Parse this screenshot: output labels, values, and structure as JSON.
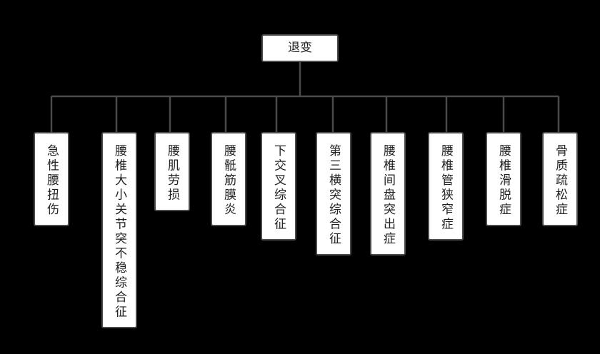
{
  "root": {
    "label": "退变"
  },
  "children": [
    {
      "label": "急性腰扭伤"
    },
    {
      "label": "腰椎大小关节突不稳综合征"
    },
    {
      "label": "腰肌劳损"
    },
    {
      "label": "腰骶筋膜炎"
    },
    {
      "label": "下交叉综合征"
    },
    {
      "label": "第三横突综合征"
    },
    {
      "label": "腰椎间盘突出症"
    },
    {
      "label": "腰椎管狭窄症"
    },
    {
      "label": "腰椎滑脱症"
    },
    {
      "label": "骨质疏松症"
    }
  ]
}
